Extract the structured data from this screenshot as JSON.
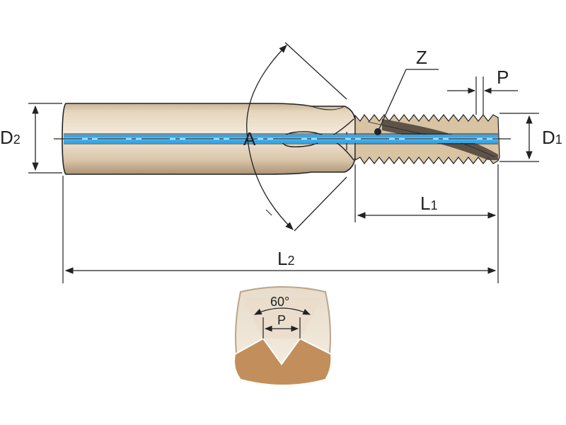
{
  "labels": {
    "d2": "D",
    "d2_sub": "2",
    "d1": "D",
    "d1_sub": "1",
    "l1": "L",
    "l1_sub": "1",
    "l2": "L",
    "l2_sub": "2",
    "angle": "A",
    "flute": "Z",
    "pitch": "P",
    "inset_angle": "60°",
    "inset_pitch": "P"
  },
  "colors": {
    "shank": "#e3d2b8",
    "shank_dark": "#b69f82",
    "coolant": "#35a7e8",
    "thread_profile": "#c28f5c",
    "inset_bg": "#f1e7d9",
    "line": "#222222"
  }
}
